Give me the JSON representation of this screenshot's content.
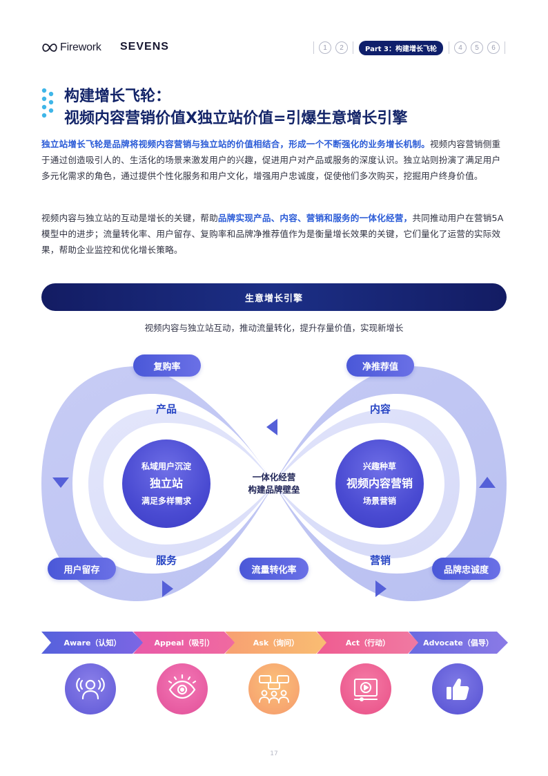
{
  "header": {
    "firework": "Firework",
    "sevens": "SEVENS",
    "nav": [
      "1",
      "2",
      "Part 3：构建增长飞轮",
      "4",
      "5",
      "6"
    ]
  },
  "title": {
    "line1": "构建增长飞轮：",
    "line2": "视频内容营销价值X独立站价值=引爆生意增长引擎"
  },
  "para1": {
    "highlight": "独立站增长飞轮是品牌将视频内容营销与独立站的价值相结合，形成一个不断强化的业务增长机制。",
    "rest": "视频内容营销侧重于通过创造吸引人的、生活化的场景来激发用户的兴趣，促进用户对产品或服务的深度认识。独立站则扮演了满足用户多元化需求的角色，通过提供个性化服务和用户文化，增强用户忠诚度，促使他们多次购买，挖掘用户终身价值。"
  },
  "para2": {
    "before": "视频内容与独立站的互动是增长的关键，帮助",
    "highlight": "品牌实现产品、内容、营销和服务的一体化经营，",
    "after": "共同推动用户在营销5A模型中的进步；流量转化率、用户留存、复购率和品牌净推荐值作为是衡量增长效果的关键，它们量化了运营的实际效果，帮助企业监控和优化增长策略。"
  },
  "banner": {
    "title": "生意增长引擎",
    "subtitle": "视频内容与独立站互动，推动流量转化，提升存量价值，实现新增长"
  },
  "diagram": {
    "pills": {
      "repurchase": "复购率",
      "nps": "净推荐值",
      "retention": "用户留存",
      "conversion": "流量转化率",
      "loyalty": "品牌忠诚度"
    },
    "ring_labels": {
      "product": "产品",
      "content": "内容",
      "service": "服务",
      "marketing": "营销"
    },
    "left_core": {
      "top": "私域用户沉淀",
      "main": "独立站",
      "bottom": "满足多样需求"
    },
    "right_core": {
      "top": "兴趣种草",
      "main": "视频内容营销",
      "bottom": "场景营销"
    },
    "center": {
      "line1": "一体化经营",
      "line2": "构建品牌壁垒"
    }
  },
  "stages": [
    {
      "label": "Aware（认知）",
      "icon": "listening-person-icon"
    },
    {
      "label": "Appeal（吸引）",
      "icon": "eye-icon"
    },
    {
      "label": "Ask（询问）",
      "icon": "group-chat-icon"
    },
    {
      "label": "Act（行动）",
      "icon": "video-play-icon"
    },
    {
      "label": "Advocate（倡导）",
      "icon": "thumbs-up-icon"
    }
  ],
  "page_number": "17",
  "colors": {
    "navy": "#132468",
    "accent_blue": "#2a5bd7",
    "pill_purple": "#4a58d8",
    "loop_outer": "#c3c9f3",
    "loop_inner": "#dfe3fa"
  }
}
